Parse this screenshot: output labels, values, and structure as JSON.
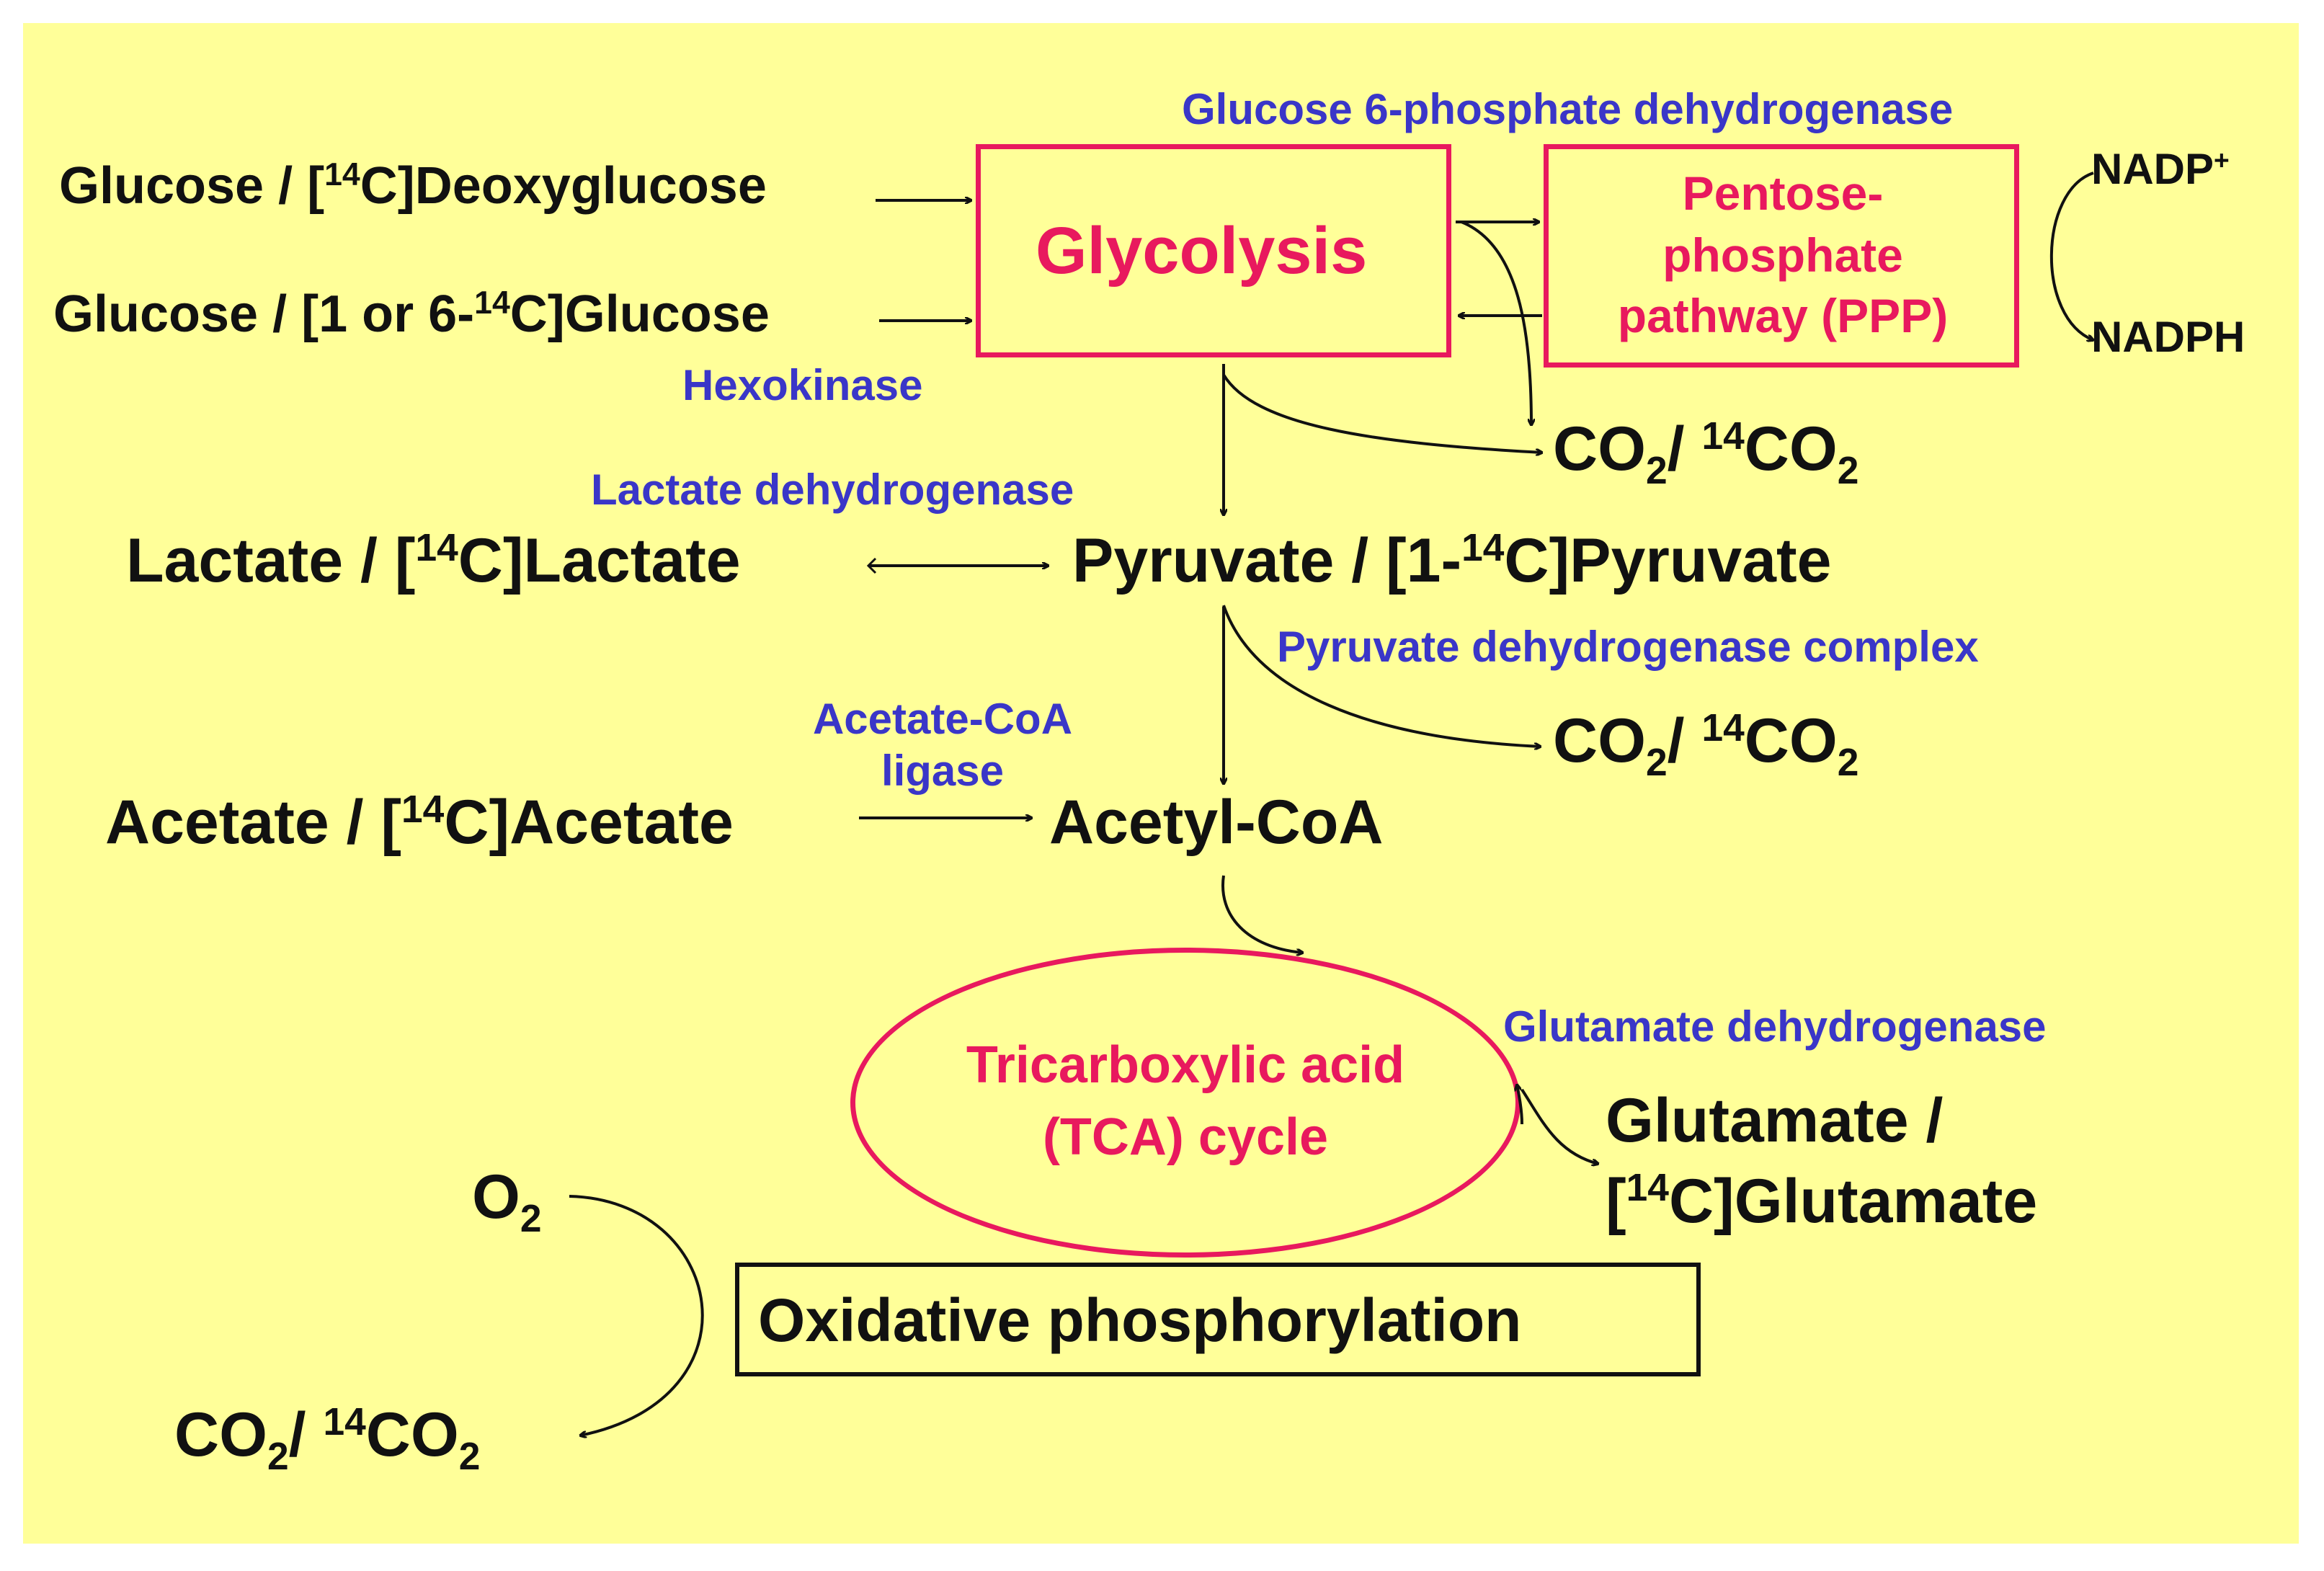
{
  "colors": {
    "background": "#ffff99",
    "enzyme_text": "#3a36c8",
    "pathway_red": "#e8195e",
    "text": "#111111"
  },
  "enzymes": {
    "g6pd": "Glucose 6-phosphate dehydrogenase",
    "hexokinase": "Hexokinase",
    "ldh": "Lactate dehydrogenase",
    "pdh": "Pyruvate dehydrogenase complex",
    "acetate_coa_ligase_1": "Acetate-CoA",
    "acetate_coa_ligase_2": "ligase",
    "gdh": "Glutamate dehydrogenase"
  },
  "pathways": {
    "glycolysis": "Glycolysis",
    "ppp_line1": "Pentose-",
    "ppp_line2": "phosphate",
    "ppp_line3": "pathway (PPP)",
    "tca_line1": "Tricarboxylic acid",
    "tca_line2": "(TCA) cycle",
    "oxphos": "Oxidative phosphorylation"
  },
  "substrates": {
    "glucose1": {
      "pre": "Glucose / [",
      "sup": "14",
      "post": "C]Deoxyglucose"
    },
    "glucose2": {
      "pre": "Glucose / [1 or 6-",
      "sup": "14",
      "post": "C]Glucose"
    },
    "lactate": {
      "pre": "Lactate / [",
      "sup": "14",
      "post": "C]Lactate"
    },
    "pyruvate": {
      "pre": "Pyruvate / [1-",
      "sup": "14",
      "post": "C]Pyruvate"
    },
    "acetate": {
      "pre": "Acetate / [",
      "sup": "14",
      "post": "C]Acetate"
    },
    "acetylcoa": "Acetyl-CoA",
    "glutamate_line1": "Glutamate /",
    "glutamate_line2": {
      "pre": "[",
      "sup": "14",
      "post": "C]Glutamate"
    }
  },
  "cofactors": {
    "nadp_base": "NADP",
    "nadp_sup": "+",
    "nadph": "NADPH",
    "o2_base": "O",
    "o2_sub": "2"
  },
  "co2": {
    "base": "CO",
    "sub": "2",
    "sep": "/ ",
    "iso_sup": "14",
    "iso_base": "CO",
    "iso_sub": "2"
  }
}
